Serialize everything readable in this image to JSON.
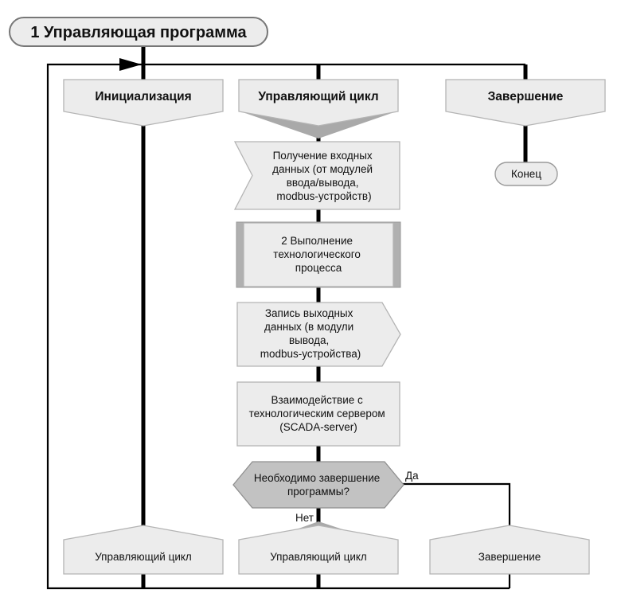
{
  "diagram": {
    "title": "1 Управляющая программа",
    "headers": {
      "init": "Инициализация",
      "cycle": "Управляющий цикл",
      "finish": "Завершение"
    },
    "nodes": {
      "receive": {
        "lines": [
          "Получение входных",
          "данных (от модулей",
          "ввода/вывода,",
          "modbus-устройств)"
        ]
      },
      "process": {
        "lines": [
          "2 Выполнение",
          "технологического",
          "процесса"
        ]
      },
      "send": {
        "lines": [
          "Запись выходных",
          "данных (в модули",
          "вывода,",
          "modbus-устройства)"
        ]
      },
      "scada": {
        "lines": [
          "Взаимодействие с",
          "технологическим сервером",
          "(SCADA-server)"
        ]
      },
      "decision": {
        "lines": [
          "Необходимо завершение",
          "программы?"
        ],
        "yes_label": "Да",
        "no_label": "Нет"
      },
      "end_terminator": "Конец",
      "bottom": {
        "left": "Управляющий цикл",
        "middle": "Управляющий цикл",
        "right": "Завершение"
      }
    },
    "colors": {
      "shape_fill": "#ececec",
      "shape_border": "#b4b4b4",
      "decision_fill": "#c2c2c2",
      "predefined_bars": "#b0b0b0",
      "shadow": "#a9a9a9",
      "line": "#000000",
      "text": "#111111",
      "background": "#ffffff"
    }
  }
}
